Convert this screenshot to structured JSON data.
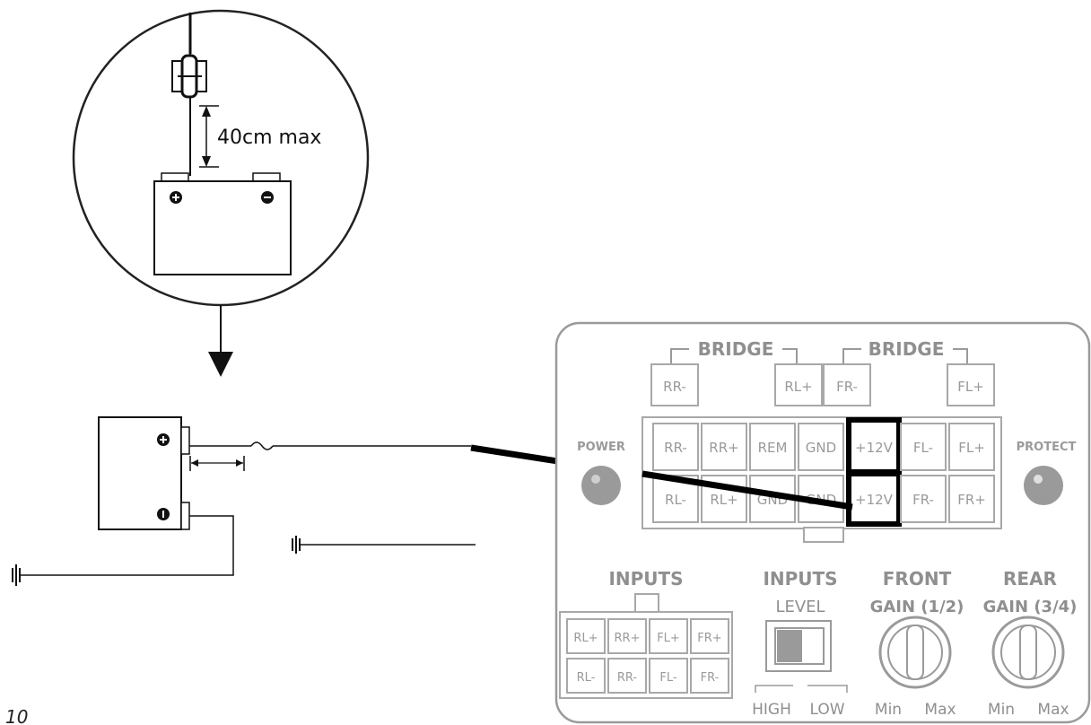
{
  "callout": {
    "distance_label": "40cm max"
  },
  "panel": {
    "bridge_labels": [
      "BRIDGE",
      "BRIDGE"
    ],
    "bridge_terminals": [
      "RR-",
      "RL+",
      "FR-",
      "FL+"
    ],
    "power_label": "POWER",
    "protect_label": "PROTECT",
    "connector_top": [
      "RR-",
      "RR+",
      "REM",
      "GND",
      "+12V",
      "FL-",
      "FL+"
    ],
    "connector_bottom": [
      "RL-",
      "RL+",
      "GND",
      "GND",
      "+12V",
      "FR-",
      "FR+"
    ],
    "inputs": {
      "title": "INPUTS",
      "top_row": [
        "RL+",
        "RR+",
        "FL+",
        "FR+"
      ],
      "bottom_row": [
        "RL-",
        "RR-",
        "FL-",
        "FR-"
      ]
    },
    "inputs_level": {
      "title_line1": "INPUTS",
      "title_line2": "LEVEL",
      "high": "HIGH",
      "low": "LOW"
    },
    "front_gain": {
      "title_line1": "FRONT",
      "title_line2": "GAIN (1/2)",
      "min": "Min",
      "max": "Max"
    },
    "rear_gain": {
      "title_line1": "REAR",
      "title_line2": "GAIN (3/4)",
      "min": "Min",
      "max": "Max"
    }
  },
  "page_number": "10"
}
